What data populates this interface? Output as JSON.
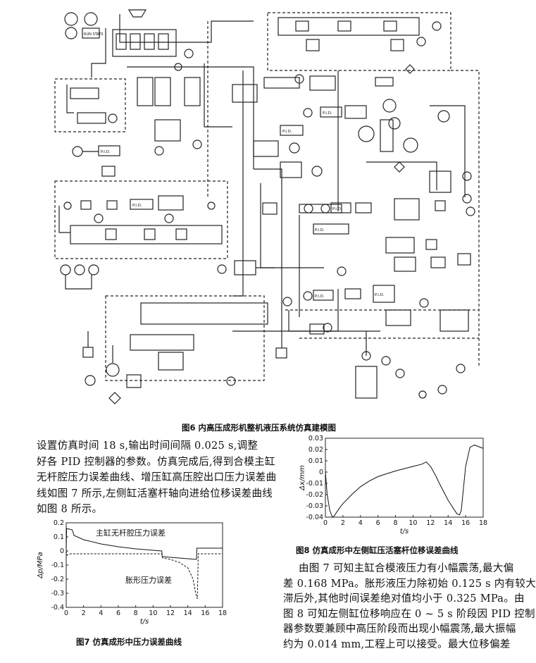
{
  "figure6": {
    "caption": "图6   内高压成形机整机液压系统仿真建模图",
    "block_labels": [
      "P.I.D.",
      "P.I.D.",
      "P.I.D.",
      "P.I.D.",
      "P.I.D.",
      "P.I.D.",
      "P.I.D.",
      "P.I.D."
    ],
    "run_stats_label": "RUN STATS"
  },
  "body_left": {
    "lines": [
      "设置仿真时间 18 s,输出时间间隔 0.025 s,调整",
      "好各 PID 控制器的参数。仿真完成后,得到合模主缸",
      "无杆腔压力误差曲线、增压缸高压腔出口压力误差曲",
      "线如图 7 所示,左侧缸活塞杆轴向进给位移误差曲线",
      "如图 8 所示。"
    ]
  },
  "body_right": {
    "lines": [
      "由图 7 可知主缸合模液压力有小幅震荡,最大偏",
      "差 0.168 MPa。胀形液压力除初始 0.125 s 内有较大",
      "滞后外,其他时间误差绝对值均小于 0.325 MPa。由",
      "图 8 可知左侧缸位移响应在 0 ~ 5 s 阶段因 PID 控制",
      "器参数要兼顾中高压阶段而出现小幅震荡,最大振幅",
      "约为 0.014 mm,工程上可以接受。最大位移偏差"
    ]
  },
  "figure7": {
    "caption": "图7   仿真成形中压力误差曲线",
    "series_labels": [
      "主缸无杆腔压力误差",
      "胀形压力误差"
    ]
  },
  "figure8": {
    "caption": "图8   仿真成形中左侧缸压活塞杆位移误差曲线"
  },
  "chart_data": [
    {
      "id": "fig7",
      "type": "line",
      "xlabel": "t/s",
      "ylabel": "Δp/MPa",
      "xlim": [
        0,
        18
      ],
      "ylim": [
        -0.4,
        0.2
      ],
      "xticks": [
        0,
        2,
        4,
        6,
        8,
        10,
        12,
        14,
        16,
        18
      ],
      "yticks": [
        -0.4,
        -0.3,
        -0.2,
        -0.1,
        0,
        0.1,
        0.2
      ],
      "tick_labels_x": [
        "0",
        "2",
        "4",
        "6",
        "8",
        "10",
        "12",
        "14",
        "16",
        "18"
      ],
      "tick_labels_y": [
        "-0.4",
        "-0.3",
        "-0.2",
        "-0.1",
        "0",
        "0.1",
        "0.2"
      ],
      "series": [
        {
          "name": "主缸无杆腔压力误差",
          "style": "solid",
          "x": [
            0,
            0.05,
            0.7,
            0.9,
            2,
            4,
            6,
            8,
            10,
            11,
            11.05,
            12,
            13,
            14,
            15,
            15.05,
            16,
            18
          ],
          "y": [
            0,
            0.16,
            0.15,
            0.11,
            0.08,
            0.05,
            0.03,
            0.015,
            0.005,
            0,
            -0.04,
            -0.045,
            -0.05,
            -0.055,
            -0.06,
            0.02,
            0.02,
            0.02
          ]
        },
        {
          "name": "胀形压力误差",
          "style": "dashed",
          "x": [
            0,
            0.1,
            0.5,
            2,
            6,
            10,
            11,
            11.1,
            12,
            13,
            14,
            14.6,
            14.9,
            15.1,
            15.2,
            18
          ],
          "y": [
            0,
            -0.03,
            -0.02,
            -0.02,
            -0.02,
            -0.02,
            -0.02,
            -0.05,
            -0.06,
            -0.08,
            -0.12,
            -0.2,
            -0.3,
            -0.34,
            -0.02,
            -0.02
          ]
        }
      ]
    },
    {
      "id": "fig8",
      "type": "line",
      "xlabel": "t/s",
      "ylabel": "Δx/mm",
      "xlim": [
        0,
        18
      ],
      "ylim": [
        -0.04,
        0.03
      ],
      "xticks": [
        0,
        2,
        4,
        6,
        8,
        10,
        12,
        14,
        16,
        18
      ],
      "yticks": [
        -0.04,
        -0.03,
        -0.02,
        -0.01,
        0,
        0.01,
        0.02,
        0.03
      ],
      "tick_labels_x": [
        "0",
        "2",
        "4",
        "6",
        "8",
        "10",
        "12",
        "14",
        "16",
        "18"
      ],
      "tick_labels_y": [
        "-0.04",
        "-0.03",
        "-0.02",
        "-0.01",
        "0",
        "0.01",
        "0.02",
        "0.03"
      ],
      "series": [
        {
          "style": "solid",
          "x": [
            0,
            0.2,
            0.5,
            0.8,
            1,
            1.5,
            2,
            3,
            4,
            5,
            6,
            8,
            10,
            11,
            11.5,
            12,
            12.5,
            13,
            14,
            15,
            15.3,
            15.5,
            16,
            16.5,
            17,
            18
          ],
          "y": [
            0,
            -0.02,
            -0.034,
            -0.04,
            -0.039,
            -0.033,
            -0.028,
            -0.02,
            -0.013,
            -0.008,
            -0.004,
            0.001,
            0.005,
            0.007,
            0.009,
            0.005,
            -0.002,
            -0.01,
            -0.025,
            -0.037,
            -0.038,
            -0.034,
            0.005,
            0.022,
            0.024,
            0.021
          ]
        }
      ]
    }
  ]
}
